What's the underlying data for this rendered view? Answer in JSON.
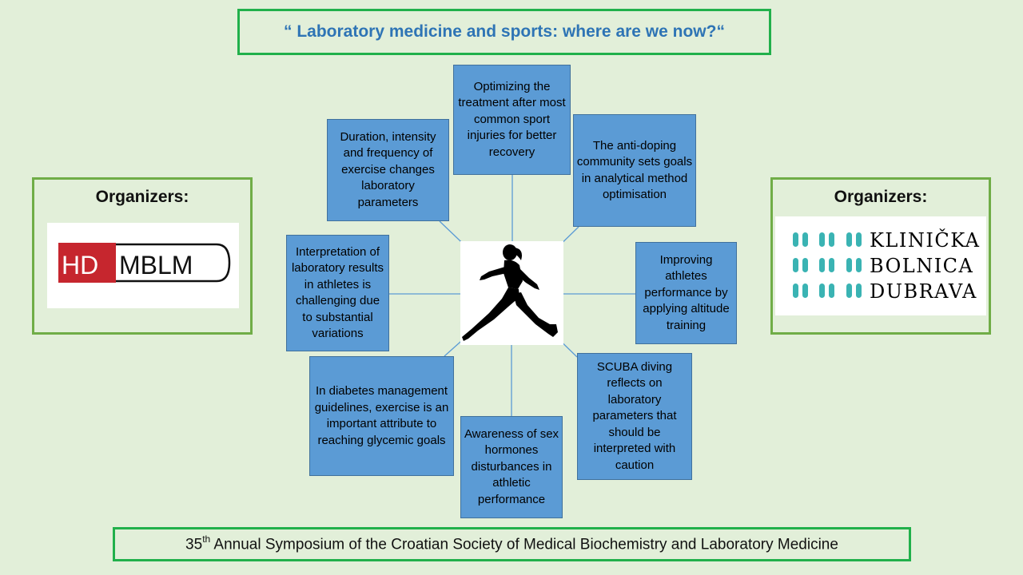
{
  "title": "“ Laboratory medicine and sports: where are we now?“",
  "footer": {
    "ordinal_number": "35",
    "ordinal_suffix": "th",
    "text": " Annual Symposium of the Croatian Society of Medical Biochemistry and Laboratory Medicine"
  },
  "organizers": {
    "left": {
      "label": "Organizers:",
      "logo_text_left": "HD",
      "logo_text_right": "MBLM"
    },
    "right": {
      "label": "Organizers:",
      "logo_lines": [
        "KLINIČKA",
        "BOLNICA",
        "DUBRAVA"
      ]
    }
  },
  "center_icon": "running-woman-silhouette-icon",
  "nodes": [
    {
      "id": "top",
      "text": "Optimizing the treatment after most common sport injuries for better recovery"
    },
    {
      "id": "upper-left",
      "text": "Duration, intensity and frequency of exercise changes laboratory parameters"
    },
    {
      "id": "upper-right",
      "text": "The anti-doping community sets goals in analytical method optimisation"
    },
    {
      "id": "left",
      "text": "Interpretation of laboratory results in athletes is challenging due to substantial variations"
    },
    {
      "id": "right",
      "text": "Improving athletes performance by applying altitude training"
    },
    {
      "id": "lower-left",
      "text": "In diabetes management guidelines, exercise is an important attribute to reaching glycemic goals"
    },
    {
      "id": "bottom",
      "text": "Awareness of sex hormones disturbances in athletic performance"
    },
    {
      "id": "lower-right",
      "text": "SCUBA diving reflects on laboratory parameters that should be interpreted with caution"
    }
  ],
  "colors": {
    "background": "#e2efd9",
    "title_border": "#21b04b",
    "org_border": "#70ad47",
    "node_fill": "#5b9bd5",
    "title_text": "#2e74b5",
    "logo_red": "#c6262e",
    "logo_teal": "#3ab3b3"
  }
}
